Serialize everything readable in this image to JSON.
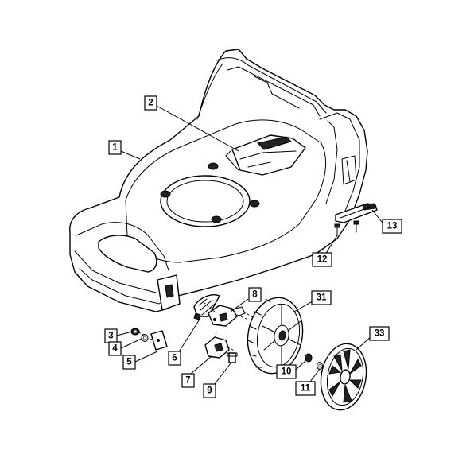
{
  "callouts": [
    {
      "id": "1",
      "label": "1"
    },
    {
      "id": "2",
      "label": "2"
    },
    {
      "id": "3",
      "label": "3"
    },
    {
      "id": "4",
      "label": "4"
    },
    {
      "id": "5",
      "label": "5"
    },
    {
      "id": "6",
      "label": "6"
    },
    {
      "id": "7",
      "label": "7"
    },
    {
      "id": "8",
      "label": "8"
    },
    {
      "id": "9",
      "label": "9"
    },
    {
      "id": "10",
      "label": "10"
    },
    {
      "id": "11",
      "label": "11"
    },
    {
      "id": "12",
      "label": "12"
    },
    {
      "id": "13",
      "label": "13"
    },
    {
      "id": "31",
      "label": "31"
    },
    {
      "id": "33",
      "label": "33"
    }
  ]
}
